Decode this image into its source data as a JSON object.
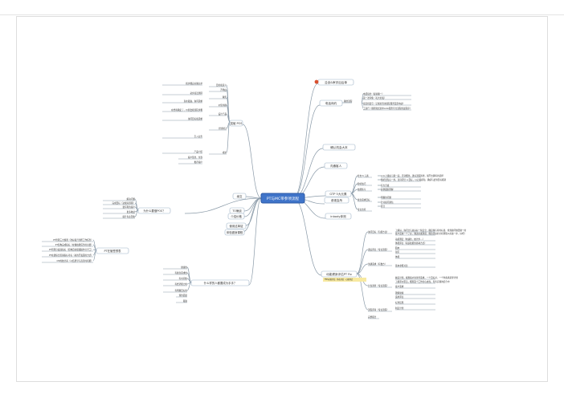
{
  "colors": {
    "line": "#8a9aa8",
    "root_fill": "#3f74c9",
    "root_stroke": "#2c5aa5",
    "branch_stroke": "#9eb3c7",
    "accent": "#d9502f",
    "highlight": "#f7e9a0",
    "text": "#333333"
  },
  "root": {
    "label": "PT与MC带参项流程"
  },
  "branches": [
    {
      "label": "洽谈&审评后后单",
      "icon": "warning-icon"
    },
    {
      "label": "电话询约"
    },
    {
      "label": "确认机会大本"
    },
    {
      "label": "沟通客人"
    },
    {
      "label": "GTP 5大元素"
    },
    {
      "label": "参观会所"
    },
    {
      "label": "inbody体测"
    },
    {
      "label": "动能健身评估PT Rx"
    },
    {
      "label": "缘交"
    },
    {
      "label": "TO确谈"
    },
    {
      "label": "使用这单锭"
    },
    {
      "label": "介绍价格"
    },
    {
      "label": "体验健身课程"
    },
    {
      "label": "为什么要做POS？"
    },
    {
      "label": "PT在管签预表"
    },
    {
      "label": "什么样的人都要成为手手？"
    },
    {
      "label": "突破 POS"
    }
  ],
  "sub": {
    "call": [
      "电话接约（提前确一）",
      "第一次印象（礼大的发）",
      "接近机会引（正规的咨询流程服务及影响初）",
      "工商行（规则化式的中Ardo服务导立流程的最程序）"
    ],
    "call_mid": "确约流程",
    "gtp": [
      "社交 6 元素",
      "聆听技巧",
      "技能练习",
      "健身需求目标",
      "专业支持"
    ],
    "gtp_leaf": [
      "以以上组织习源一起，且详细化，讲好流程讲述，展开去确有的选择",
      "倾听觉知心一步。注详评分 A 目标，以心情感知，确感与此到目标级别",
      "有力合拢",
      "其他跟踪理解",
      "明确的问题",
      "针对提问通信",
      "区分"
    ],
    "pt": [
      "询问目标（包括方法）",
      "课后评估（专业流程）",
      "沟通需求（有数方）",
      "共性调查（专业流程）",
      "流程评审（专业流程）"
    ],
    "pt_leaf": [
      "了解好，询问分与总好好一些安全，确应特与持的标语，找到顾问做目做一的",
      "客户反映一个了好，确达好或满意。确达流动的分析测现以前进一步，好吧！",
      "动感测定（快速化，统计步…）",
      "体能评估（家庭技能的各种方式）",
      "肌肉",
      "韧带",
      "体能",
      "基本参能对比",
      "统定计划，规划客户的条件需求，一个目标对，一个准备满意里计划",
      "了解评价原员，细则及个工作的心态性。有何实我的结合中",
      "客户需求",
      "理解健康",
      "运用评估",
      "标准结果",
      "制定计划"
    ],
    "why": [
      "解决问题",
      "完成目标（达成好预期）",
      "更有利的客户",
      "更多收益",
      "提升专业形象"
    ],
    "tpl": [
      "PT管理三大规则（准好提升到所工作任务）",
      "PT结构完成指标（在做技能任务的主要）",
      "PT管理分发展指标（结构目前报报操作分手工）",
      "PT在建综合质素指标考标（总的开发面的方式）",
      "CM的统计系（以结果导与直营时机能）"
    ],
    "who": [
      "健康的",
      "有健身需求的",
      "有时间的",
      "有经济能力的",
      "有明确目标的"
    ],
    "pos": [
      "目的和意义",
      "开场白",
      "聊天",
      "价值沟通",
      "设计产品",
      "计划制订",
      "成交"
    ],
    "pos_leaf": [
      "按步骤完好确认单",
      "初步接近测评",
      "直在跟进，询问需求",
      "在经验确定了，价值会按流程步骤",
      "询问目标和需求",
      "引入业务",
      "产品介绍"
    ]
  }
}
